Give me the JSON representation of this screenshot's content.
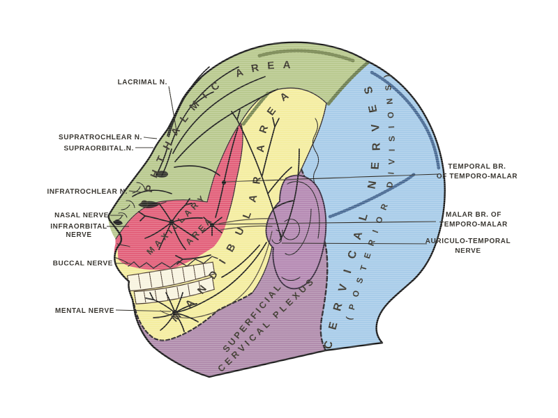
{
  "diagram": {
    "regions": {
      "ophthalmic": {
        "label": "OPHTHALMIC AREA",
        "color": "#b9c98f"
      },
      "maxillary": {
        "label_lines": [
          "MAXILLARY",
          "AREA"
        ],
        "color": "#e2607a"
      },
      "mandibular": {
        "label": "MANDIBULAR AREA",
        "color": "#f4eda0"
      },
      "cervical_posterior": {
        "label": "CERVICAL NERVES",
        "sublabel": "(POSTERIOR DIVISIONS)",
        "color": "#a8cce9"
      },
      "superficial_cervical_plexus": {
        "label_lines": [
          "SUPERFICIAL",
          "CERVICAL PLEXUS"
        ],
        "color": "#b18dad"
      }
    },
    "left_labels": [
      {
        "lines": [
          "LACRIMAL N."
        ]
      },
      {
        "lines": [
          "SUPRATROCHLEAR N."
        ]
      },
      {
        "lines": [
          "SUPRAORBITAL.N."
        ]
      },
      {
        "lines": [
          "INFRATROCHLEAR N."
        ]
      },
      {
        "lines": [
          "NASAL NERVE"
        ]
      },
      {
        "lines": [
          "INFRAORBITAL",
          "NERVE"
        ]
      },
      {
        "lines": [
          "BUCCAL NERVE"
        ]
      },
      {
        "lines": [
          "MENTAL NERVE"
        ]
      }
    ],
    "right_labels": [
      {
        "lines": [
          "TEMPORAL BR.",
          "OF TEMPORO-MALAR"
        ]
      },
      {
        "lines": [
          "MALAR BR. OF",
          "TEMPORO-MALAR"
        ]
      },
      {
        "lines": [
          "AURICULO-TEMPORAL",
          "NERVE"
        ]
      }
    ]
  }
}
